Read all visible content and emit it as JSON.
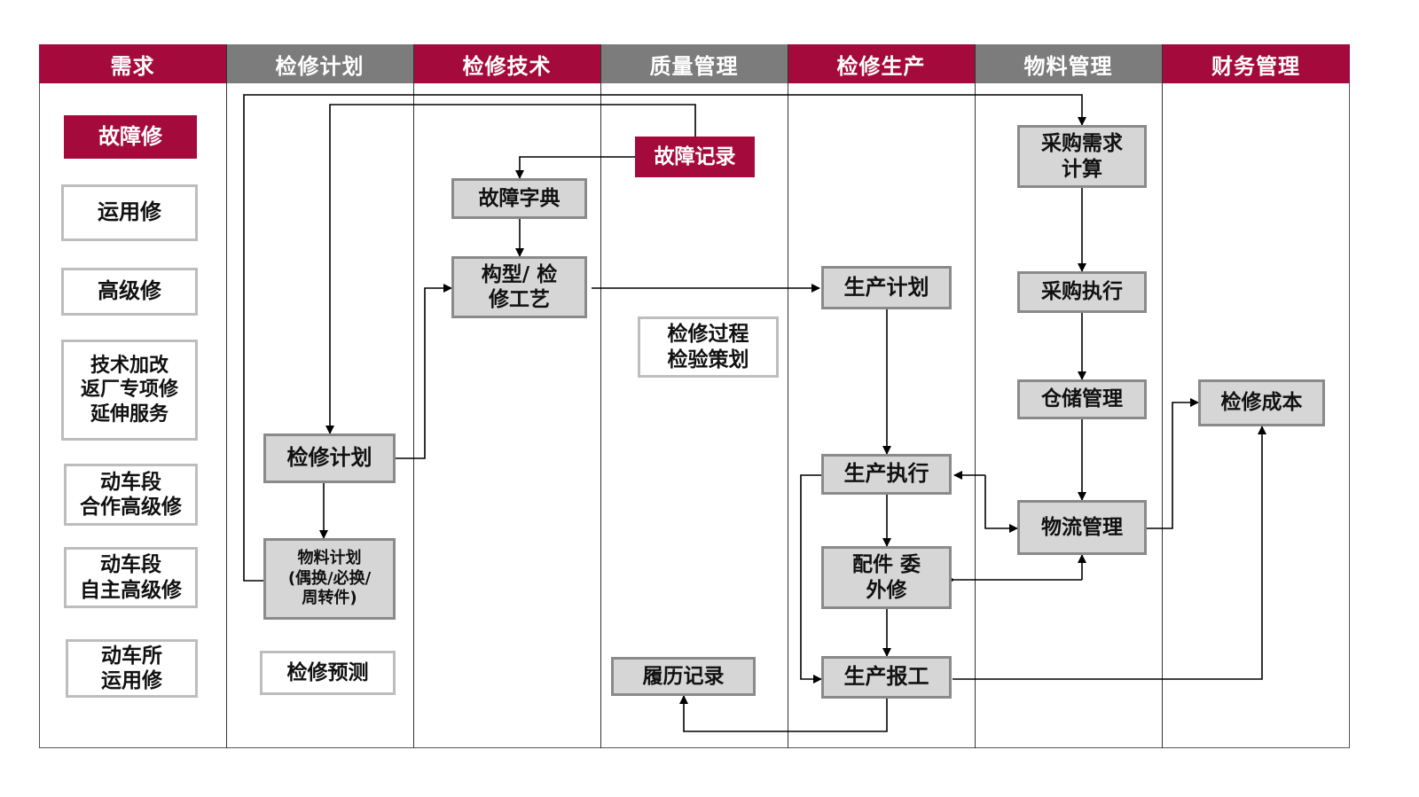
{
  "columns": [
    {
      "label": "需求",
      "color": "#a50a3c"
    },
    {
      "label": "检修计划",
      "color": "#7c7c7c"
    },
    {
      "label": "检修技术",
      "color": "#a50a3c"
    },
    {
      "label": "质量管理",
      "color": "#7c7c7c"
    },
    {
      "label": "检修生产",
      "color": "#a50a3c"
    },
    {
      "label": "物料管理",
      "color": "#7c7c7c"
    },
    {
      "label": "财务管理",
      "color": "#a50a3c"
    }
  ],
  "demand": {
    "fault_repair": "故障修",
    "operation_repair": "运用修",
    "advanced_repair": "高级修",
    "tech_mod": "技术加改\n返厂专项修\n延伸服务",
    "depot_coop": "动车段\n合作高级修",
    "depot_self": "动车段\n自主高级修",
    "station_op": "动车所\n运用修"
  },
  "plan": {
    "maintenance_plan": "检修计划",
    "material_plan": "物料计划\n(偶换/必换/\n周转件)",
    "forecast": "检修预测"
  },
  "tech": {
    "fault_dictionary": "故障字典",
    "structure_process": "构型/  检\n修工艺"
  },
  "quality": {
    "fault_record": "故障记录",
    "inspection_planning": "检修过程\n检验策划",
    "history_record": "履历记录"
  },
  "production": {
    "prod_plan": "生产计划",
    "prod_exec": "生产执行",
    "parts_outsource": "配件    委\n外修",
    "prod_report": "生产报工"
  },
  "material": {
    "purchase_calc": "采购需求\n计算",
    "purchase_exec": "采购执行",
    "warehouse": "仓储管理",
    "logistics": "物流管理"
  },
  "finance": {
    "repair_cost": "检修成本"
  },
  "colors": {
    "accent_red": "#a50a3c",
    "header_gray": "#7c7c7c",
    "box_gray": "#d6d6d6"
  }
}
